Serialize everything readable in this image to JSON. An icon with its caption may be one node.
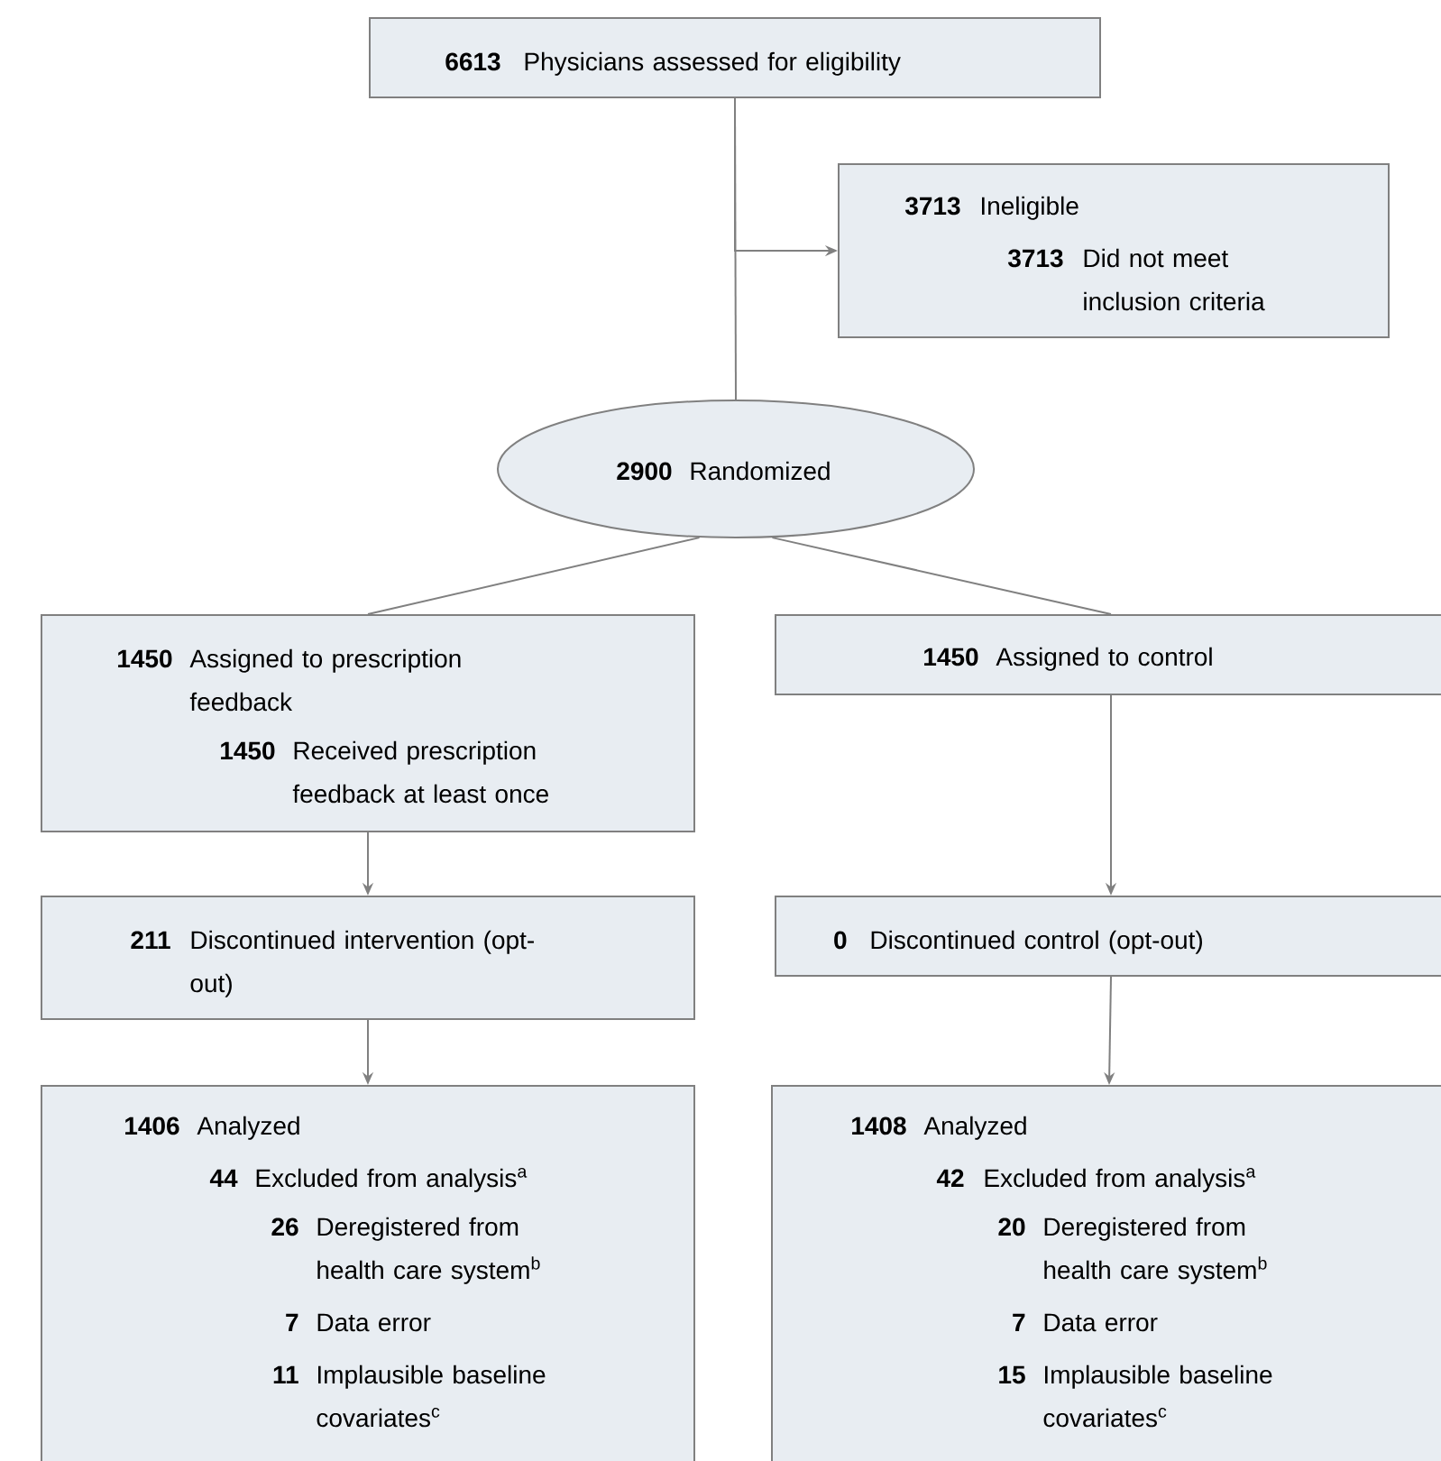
{
  "diagram": {
    "nodes": [
      {
        "text": [
          "6613",
          "Physicians assessed for eligibility"
        ]
      },
      {
        "text": [
          "3713",
          "Ineligible",
          "3713",
          "Did not meet inclusion criteria"
        ]
      },
      {
        "text": [
          "2900",
          "Randomized"
        ]
      },
      {
        "text": [
          "1450",
          "Assigned to prescription feedback",
          "1450",
          "Received prescription feedback at least once"
        ]
      },
      {
        "text": [
          "1450",
          "Assigned to control"
        ]
      },
      {
        "text": [
          "211",
          "Discontinued intervention (opt-out)"
        ]
      },
      {
        "text": [
          "0",
          "Discontinued control (opt-out)"
        ]
      },
      {
        "text": [
          "1406",
          "Analyzed",
          "44",
          "Excluded from analysis$^{a}$",
          "26",
          "Deregistered from health care system$^{b}$",
          "7",
          "Data error",
          "11",
          "Implausible baseline covariates$^{c}$"
        ]
      },
      {
        "text": [
          "1408",
          "Analyzed",
          "42",
          "Excluded from analysis$^{a}$",
          "20",
          "Deregistered from health care system$^{b}$",
          "7",
          "Data error",
          "15",
          "Implausible baseline covariates$^{c}$"
        ]
      }
    ],
    "edges": [
      {
        "from": 0,
        "to": 1,
        "arrow": "to"
      },
      {
        "from": 0,
        "to": 2,
        "arrow": "none"
      },
      {
        "from": 2,
        "to": 3,
        "arrow": "none"
      },
      {
        "from": 2,
        "to": 4,
        "arrow": "none"
      },
      {
        "from": 3,
        "to": 5,
        "arrow": "to"
      },
      {
        "from": 4,
        "to": 6,
        "arrow": "to"
      },
      {
        "from": 5,
        "to": 7,
        "arrow": "to"
      },
      {
        "from": 6,
        "to": 8,
        "arrow": "to"
      }
    ]
  }
}
